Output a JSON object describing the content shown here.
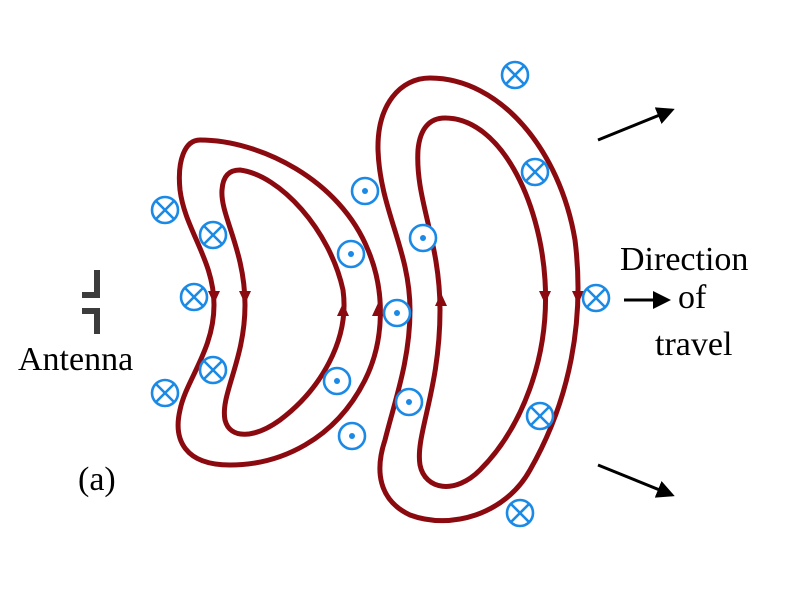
{
  "labels": {
    "antenna": "Antenna",
    "panel": "(a)",
    "direction_line1": "Direction",
    "direction_line2": "of",
    "direction_line3": "travel"
  },
  "colors": {
    "field_lines": "#8b0a10",
    "symbols": "#1a8ae6",
    "antenna": "#3c3c3c"
  },
  "symbols": {
    "into_page": "circle-cross-icon",
    "out_of_page": "circle-dot-icon"
  }
}
